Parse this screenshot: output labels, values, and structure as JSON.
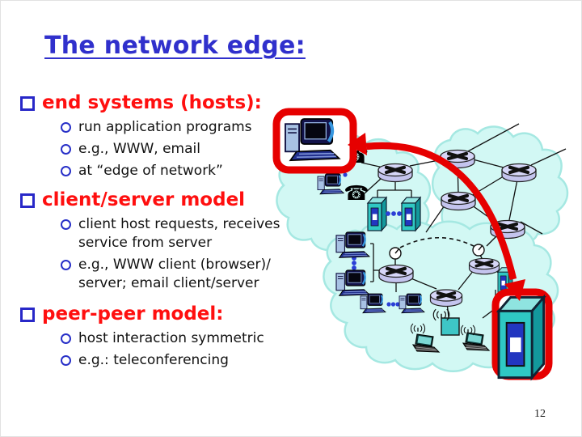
{
  "slide": {
    "title": "The network edge:",
    "page_number": "12",
    "sections": [
      {
        "label": "end systems (hosts):",
        "items": [
          "run application programs",
          "e.g., WWW, email",
          "at “edge of network”"
        ]
      },
      {
        "label": "client/server model",
        "items": [
          "client host requests, receives service from server",
          "e.g., WWW client (browser)/ server; email client/server"
        ]
      },
      {
        "label": "peer-peer model:",
        "items": [
          "host interaction symmetric",
          "e.g.: teleconferencing"
        ]
      }
    ]
  },
  "diagram": {
    "telephone_glyph": "☎",
    "clouds": [
      "edge-network-upper",
      "network-core",
      "edge-network-lower"
    ],
    "icons": [
      "desktop-computer",
      "telephone",
      "router",
      "server-tower",
      "antenna-dish",
      "wireless-base-station",
      "wireless-waves",
      "laptop",
      "ellipsis-dots"
    ],
    "highlighted_elements": [
      "host-computer",
      "server-tower"
    ],
    "colors": {
      "cloud_fill": "#d2f8f4",
      "cloud_edge": "#a5e8e2",
      "router_fill": "#ccccf2",
      "server_teal": "#2fc8c4",
      "server_panel_blue": "#2236c0",
      "highlight_red": "#e60000",
      "dot_blue": "#2b3fd6"
    }
  },
  "colors": {
    "title_blue": "#3030cc",
    "heading_red": "#ff0f0f",
    "body_text": "#111111",
    "bullet_blue": "#2828c8"
  }
}
